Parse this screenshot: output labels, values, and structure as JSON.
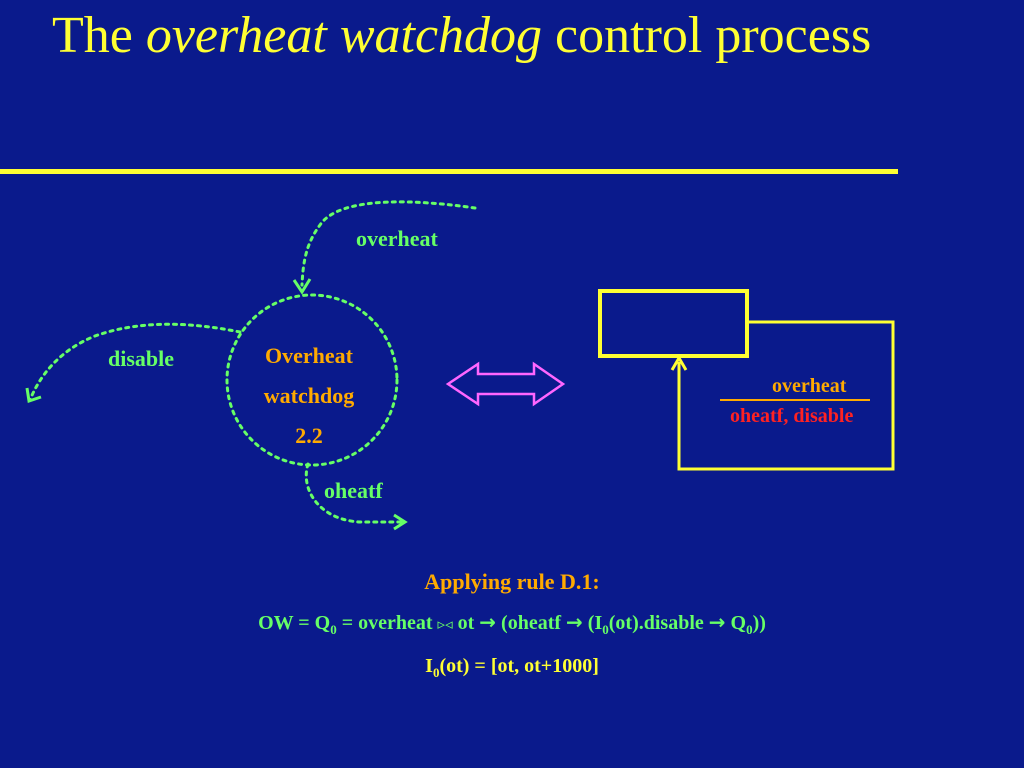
{
  "title": {
    "prefix": "The ",
    "italic": "overheat watchdog",
    "suffix": " control process"
  },
  "diagram": {
    "node": {
      "line1": "Overheat",
      "line2": "watchdog",
      "line3": "2.2"
    },
    "arrows": {
      "overheat": "overheat",
      "disable": "disable",
      "oheatf": "oheatf"
    },
    "state_machine": {
      "trigger": "overheat",
      "actions": "oheatf, disable"
    }
  },
  "formulas": {
    "heading": "Applying rule D.1:",
    "ow_line": {
      "p1": "OW = Q",
      "s1": "0",
      "p2": " = overheat ",
      "op": "▹◃",
      "p3": " ot ",
      "arrow1": "→",
      "p4": " (oheatf ",
      "arrow2": "→",
      "p5": " (I",
      "s2": "0",
      "p6": "(ot).disable ",
      "arrow3": "→",
      "p7": " Q",
      "s3": "0",
      "p8": "))"
    },
    "interval_line": {
      "p1": "I",
      "s1": "0",
      "p2": "(ot) = [ot, ot+1000]"
    }
  },
  "colors": {
    "background": "#0a1a8c",
    "title": "#ffff33",
    "green": "#66ff66",
    "orange": "#ffaa00",
    "red": "#ff2222",
    "magenta": "#ff66ff"
  }
}
